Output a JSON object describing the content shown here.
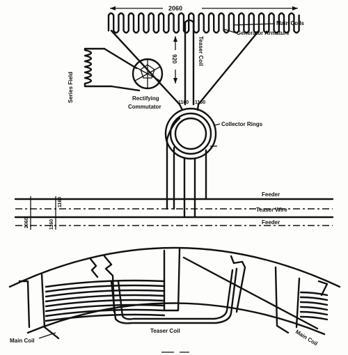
{
  "labels": {
    "top_dimension": "2060",
    "main_coils": "Main Coils",
    "generator_armature": "Generator Armature",
    "teaser_coil_vertical": "Teaser Coil",
    "teaser_dimension": "920",
    "series_field": "Series Field",
    "rectifying": "Rectifying",
    "commutator": "Commutator",
    "ring_voltage_left": "1160",
    "ring_voltage_right": "1160",
    "collector_rings": "Collector Rings",
    "feeder_top": "Feeder",
    "teaser_wire": "Teaser Wire",
    "feeder_bottom": "Feeder",
    "left_volt_total": "2060",
    "left_volt_upper": "1160",
    "left_volt_lower": "1160",
    "bottom_teaser_coil": "Teaser Coil",
    "main_coil_left": "Main Coil",
    "main_coil_right": "Main Coil"
  }
}
